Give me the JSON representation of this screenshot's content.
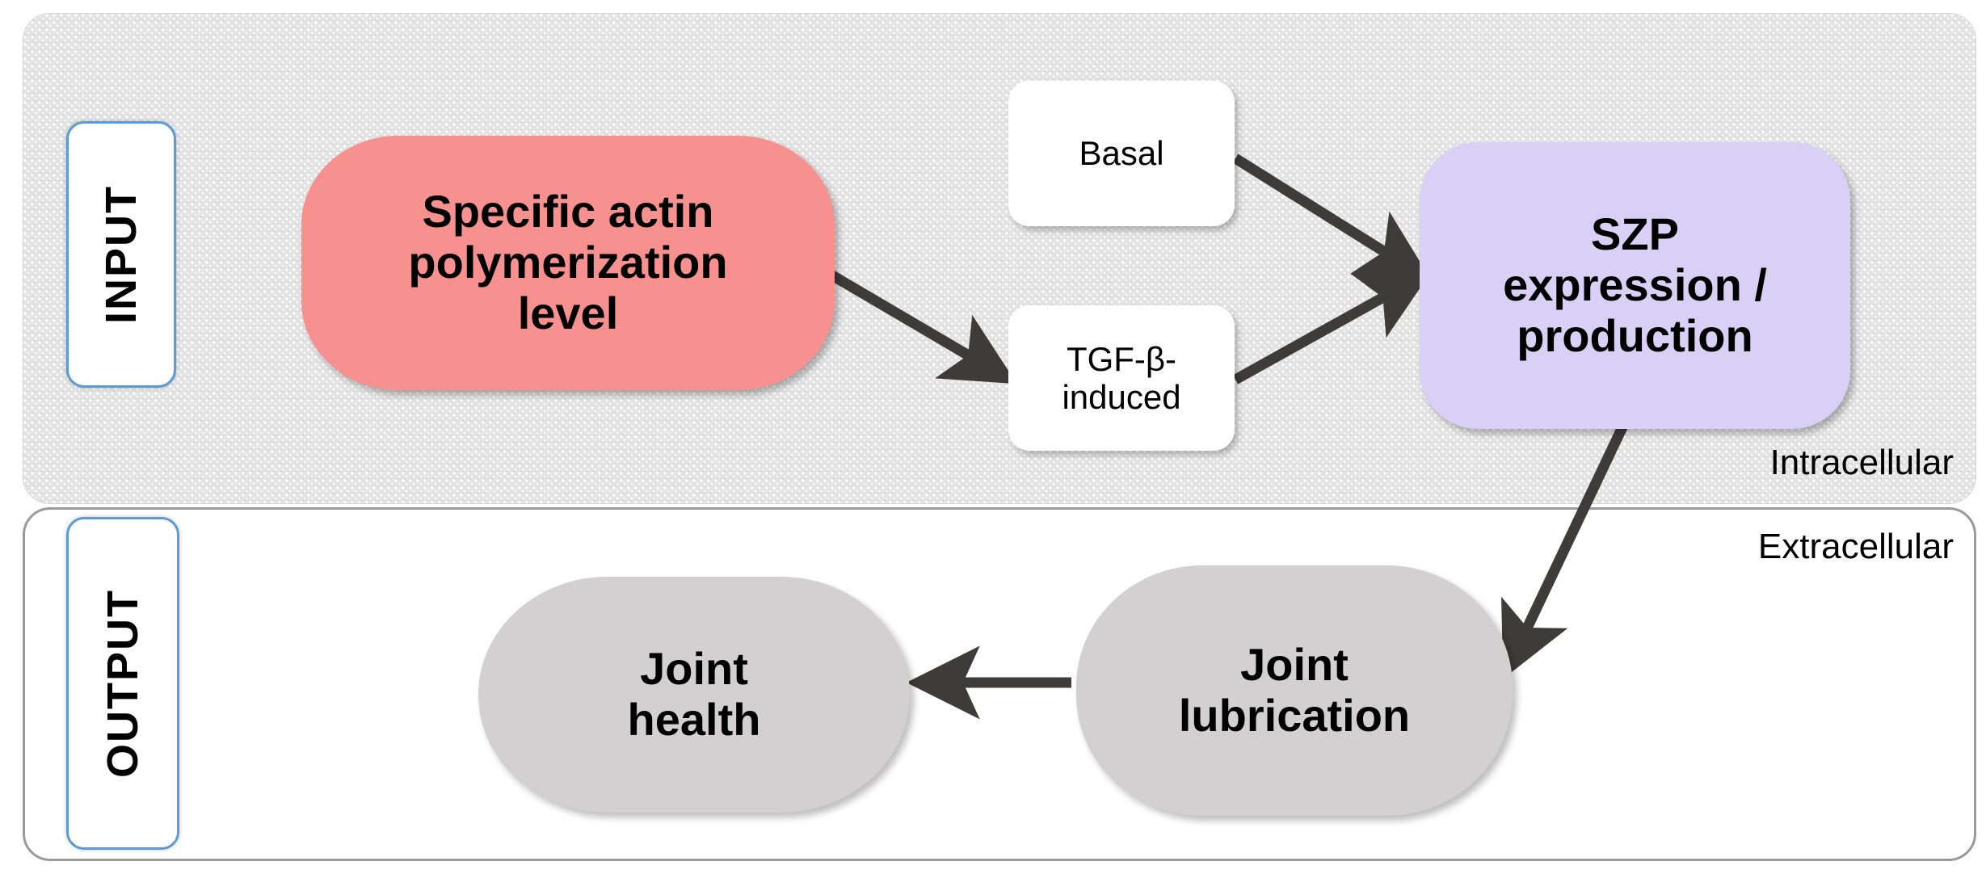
{
  "figure": {
    "type": "flow-diagram",
    "compartments": [
      {
        "id": "intracellular",
        "caption": "Intracellular",
        "fill": "#e3e3e3",
        "pattern": "dotted"
      },
      {
        "id": "extracellular",
        "caption": "Extracellular",
        "fill": "#ffffff",
        "pattern": "plain"
      }
    ],
    "section_tags": [
      {
        "id": "input",
        "label": "INPUT",
        "border_color": "#5b9bd5"
      },
      {
        "id": "output",
        "label": "OUTPUT",
        "border_color": "#5b9bd5"
      }
    ],
    "nodes": [
      {
        "id": "actin",
        "label": "Specific actin polymerization level",
        "line1": "Specific actin",
        "line2": "polymerization",
        "line3": "level",
        "fill": "#f7918f",
        "compartment": "intracellular"
      },
      {
        "id": "basal",
        "label": "Basal",
        "fill": "#ffffff",
        "compartment": "intracellular"
      },
      {
        "id": "tgfb",
        "label": "TGF-β-induced",
        "line1": "TGF-β-",
        "line2": "induced",
        "fill": "#ffffff",
        "compartment": "intracellular"
      },
      {
        "id": "szp",
        "label": "SZP expression / production",
        "line1": "SZP",
        "line2": "expression /",
        "line3": "production",
        "fill": "#d8d0f5",
        "compartment": "intracellular"
      },
      {
        "id": "joint_lubrication",
        "label": "Joint lubrication",
        "line1": "Joint",
        "line2": "lubrication",
        "fill": "#d2d0d0",
        "compartment": "extracellular"
      },
      {
        "id": "joint_health",
        "label": "Joint health",
        "line1": "Joint",
        "line2": "health",
        "fill": "#d2d0d0",
        "compartment": "extracellular"
      }
    ],
    "edges": [
      {
        "from": "actin",
        "to": "tgfb",
        "style": "solid-arrow"
      },
      {
        "from": "basal",
        "to": "szp",
        "style": "solid-arrow"
      },
      {
        "from": "tgfb",
        "to": "szp",
        "style": "solid-arrow"
      },
      {
        "from": "szp",
        "to": "joint_lubrication",
        "style": "solid-arrow"
      },
      {
        "from": "joint_lubrication",
        "to": "joint_health",
        "style": "solid-arrow"
      }
    ],
    "arrow_color": "#3f3b3b"
  }
}
